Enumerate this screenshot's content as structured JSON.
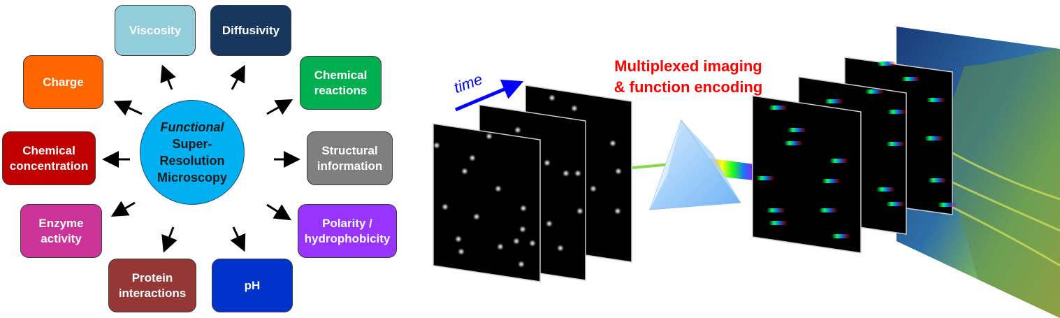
{
  "center": {
    "line1": "Functional",
    "line2": "Super-",
    "line3": "Resolution",
    "line4": "Microscopy"
  },
  "properties": [
    {
      "id": "viscosity",
      "l1": "Viscosity",
      "l2": "",
      "color": "#92cddc"
    },
    {
      "id": "diffusivity",
      "l1": "Diffusivity",
      "l2": "",
      "color": "#17375e"
    },
    {
      "id": "chemical-reactions",
      "l1": "Chemical",
      "l2": "reactions",
      "color": "#00b050"
    },
    {
      "id": "structural-information",
      "l1": "Structural",
      "l2": "information",
      "color": "#7f7f7f"
    },
    {
      "id": "polarity",
      "l1": "Polarity /",
      "l2": "hydrophobicity",
      "color": "#9933ff"
    },
    {
      "id": "ph",
      "l1": "pH",
      "l2": "",
      "color": "#0033cc"
    },
    {
      "id": "protein-interactions",
      "l1": "Protein",
      "l2": "interactions",
      "color": "#953735"
    },
    {
      "id": "enzyme-activity",
      "l1": "Enzyme",
      "l2": "activity",
      "color": "#cc3399"
    },
    {
      "id": "chemical-concentration",
      "l1": "Chemical",
      "l2": "concentration",
      "color": "#c00000"
    },
    {
      "id": "charge",
      "l1": "Charge",
      "l2": "",
      "color": "#ff6600"
    }
  ],
  "right": {
    "time_label": "time",
    "title_line1": "Multiplexed imaging",
    "title_line2": "& function encoding"
  }
}
